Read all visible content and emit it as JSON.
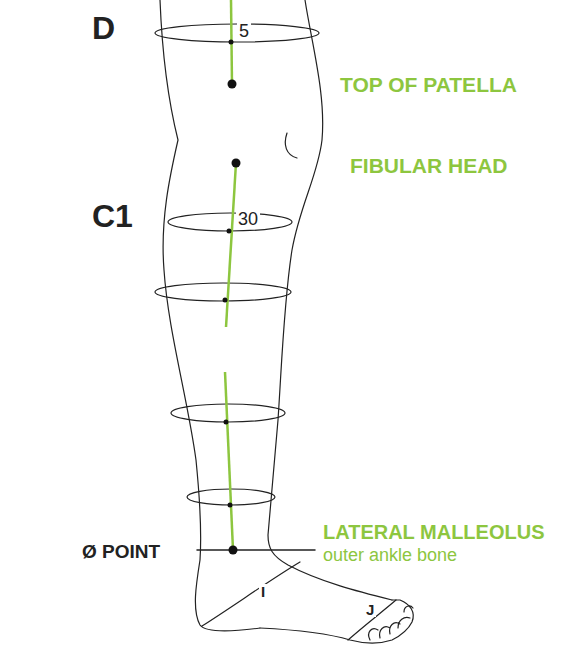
{
  "diagram": {
    "labels": [
      "D",
      "5",
      "TOP OF PATELLA",
      "FIBULAR HEAD",
      "C1",
      "30",
      "Ø POINT",
      "LATERAL MALLEOLUS",
      "outer ankle bone",
      "I",
      "J"
    ]
  }
}
